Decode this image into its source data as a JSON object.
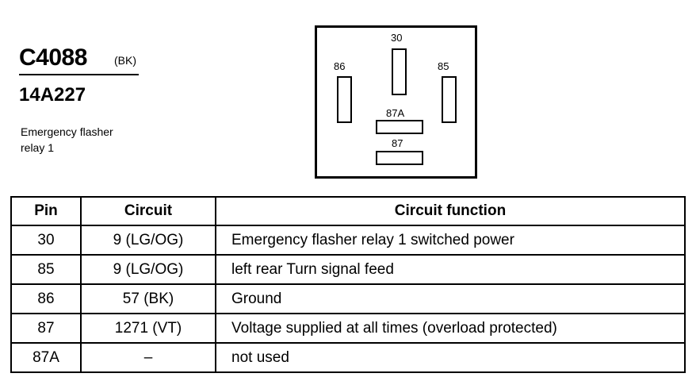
{
  "connector": {
    "id": "C4088",
    "color": "(BK)",
    "part_number": "14A227",
    "description_lines": [
      "Emergency flasher",
      "relay 1"
    ]
  },
  "relay_face": {
    "pin_labels": {
      "p30": "30",
      "p86": "86",
      "p85": "85",
      "p87a": "87A",
      "p87": "87"
    }
  },
  "table": {
    "headers": [
      "Pin",
      "Circuit",
      "Circuit function"
    ],
    "rows": [
      {
        "pin": "30",
        "circuit": "9 (LG/OG)",
        "function": "Emergency flasher relay 1 switched power"
      },
      {
        "pin": "85",
        "circuit": "9 (LG/OG)",
        "function": "left rear Turn signal feed"
      },
      {
        "pin": "86",
        "circuit": "57 (BK)",
        "function": "Ground"
      },
      {
        "pin": "87",
        "circuit": "1271 (VT)",
        "function": "Voltage supplied at all times (overload protected)"
      },
      {
        "pin": "87A",
        "circuit": "–",
        "function": "not used"
      }
    ]
  }
}
